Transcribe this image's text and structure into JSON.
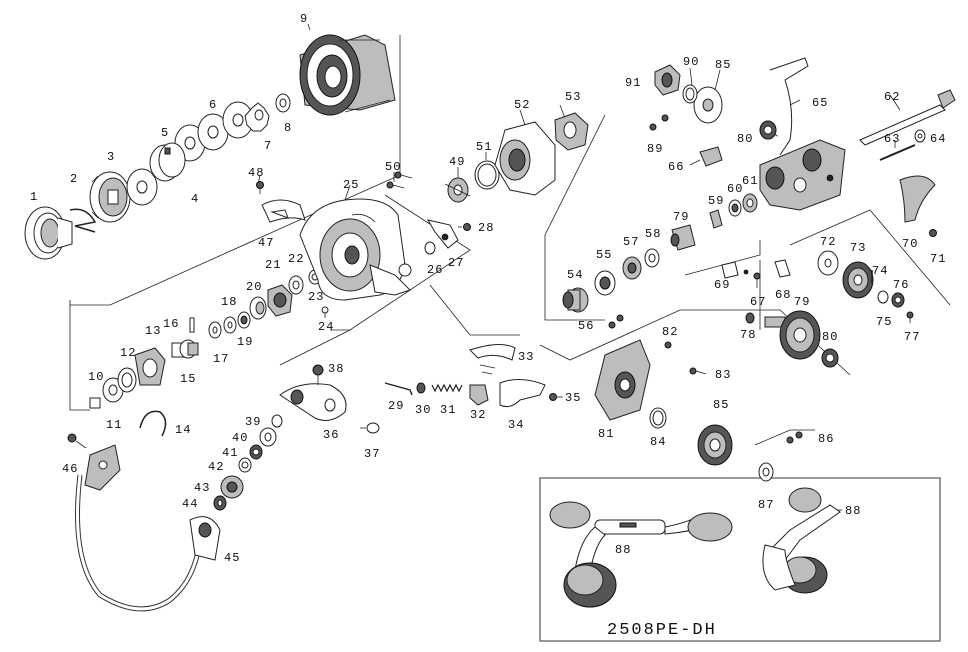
{
  "parts": [
    {
      "id": "p1",
      "label": "1"
    },
    {
      "id": "p2",
      "label": "2"
    },
    {
      "id": "p3",
      "label": "3"
    },
    {
      "id": "p4",
      "label": "4"
    },
    {
      "id": "p5",
      "label": "5"
    },
    {
      "id": "p6",
      "label": "6"
    },
    {
      "id": "p7",
      "label": "7"
    },
    {
      "id": "p8",
      "label": "8"
    },
    {
      "id": "p9",
      "label": "9"
    },
    {
      "id": "p10",
      "label": "10"
    },
    {
      "id": "p11",
      "label": "11"
    },
    {
      "id": "p12",
      "label": "12"
    },
    {
      "id": "p13",
      "label": "13"
    },
    {
      "id": "p14",
      "label": "14"
    },
    {
      "id": "p15",
      "label": "15"
    },
    {
      "id": "p16",
      "label": "16"
    },
    {
      "id": "p17",
      "label": "17"
    },
    {
      "id": "p18",
      "label": "18"
    },
    {
      "id": "p19",
      "label": "19"
    },
    {
      "id": "p20",
      "label": "20"
    },
    {
      "id": "p21",
      "label": "21"
    },
    {
      "id": "p22",
      "label": "22"
    },
    {
      "id": "p23",
      "label": "23"
    },
    {
      "id": "p24",
      "label": "24"
    },
    {
      "id": "p25",
      "label": "25"
    },
    {
      "id": "p26",
      "label": "26"
    },
    {
      "id": "p27",
      "label": "27"
    },
    {
      "id": "p28",
      "label": "28"
    },
    {
      "id": "p29",
      "label": "29"
    },
    {
      "id": "p30",
      "label": "30"
    },
    {
      "id": "p31",
      "label": "31"
    },
    {
      "id": "p32",
      "label": "32"
    },
    {
      "id": "p33",
      "label": "33"
    },
    {
      "id": "p34",
      "label": "34"
    },
    {
      "id": "p35",
      "label": "35"
    },
    {
      "id": "p36",
      "label": "36"
    },
    {
      "id": "p37",
      "label": "37"
    },
    {
      "id": "p38",
      "label": "38"
    },
    {
      "id": "p39",
      "label": "39"
    },
    {
      "id": "p40",
      "label": "40"
    },
    {
      "id": "p41",
      "label": "41"
    },
    {
      "id": "p42",
      "label": "42"
    },
    {
      "id": "p43",
      "label": "43"
    },
    {
      "id": "p44",
      "label": "44"
    },
    {
      "id": "p45",
      "label": "45"
    },
    {
      "id": "p46",
      "label": "46"
    },
    {
      "id": "p47",
      "label": "47"
    },
    {
      "id": "p48",
      "label": "48"
    },
    {
      "id": "p49",
      "label": "49"
    },
    {
      "id": "p50",
      "label": "50"
    },
    {
      "id": "p51",
      "label": "51"
    },
    {
      "id": "p52",
      "label": "52"
    },
    {
      "id": "p53",
      "label": "53"
    },
    {
      "id": "p54",
      "label": "54"
    },
    {
      "id": "p55",
      "label": "55"
    },
    {
      "id": "p56",
      "label": "56"
    },
    {
      "id": "p57",
      "label": "57"
    },
    {
      "id": "p58",
      "label": "58"
    },
    {
      "id": "p59",
      "label": "59"
    },
    {
      "id": "p60",
      "label": "60"
    },
    {
      "id": "p61",
      "label": "61"
    },
    {
      "id": "p62",
      "label": "62"
    },
    {
      "id": "p63",
      "label": "63"
    },
    {
      "id": "p64",
      "label": "64"
    },
    {
      "id": "p65",
      "label": "65"
    },
    {
      "id": "p66",
      "label": "66"
    },
    {
      "id": "p67",
      "label": "67"
    },
    {
      "id": "p68",
      "label": "68"
    },
    {
      "id": "p69",
      "label": "69"
    },
    {
      "id": "p70",
      "label": "70"
    },
    {
      "id": "p71",
      "label": "71"
    },
    {
      "id": "p72",
      "label": "72"
    },
    {
      "id": "p73",
      "label": "73"
    },
    {
      "id": "p74",
      "label": "74"
    },
    {
      "id": "p75",
      "label": "75"
    },
    {
      "id": "p76",
      "label": "76"
    },
    {
      "id": "p77",
      "label": "77"
    },
    {
      "id": "p78",
      "label": "78"
    },
    {
      "id": "p79a",
      "label": "79"
    },
    {
      "id": "p79b",
      "label": "79"
    },
    {
      "id": "p80a",
      "label": "80"
    },
    {
      "id": "p80b",
      "label": "80"
    },
    {
      "id": "p81",
      "label": "81"
    },
    {
      "id": "p82",
      "label": "82"
    },
    {
      "id": "p83",
      "label": "83"
    },
    {
      "id": "p84",
      "label": "84"
    },
    {
      "id": "p85a",
      "label": "85"
    },
    {
      "id": "p85b",
      "label": "85"
    },
    {
      "id": "p86",
      "label": "86"
    },
    {
      "id": "p87",
      "label": "87"
    },
    {
      "id": "p88a",
      "label": "88"
    },
    {
      "id": "p88b",
      "label": "88"
    },
    {
      "id": "p89",
      "label": "89"
    },
    {
      "id": "p90",
      "label": "90"
    },
    {
      "id": "p91",
      "label": "91"
    }
  ],
  "inset": {
    "title": "2508PE-DH"
  }
}
